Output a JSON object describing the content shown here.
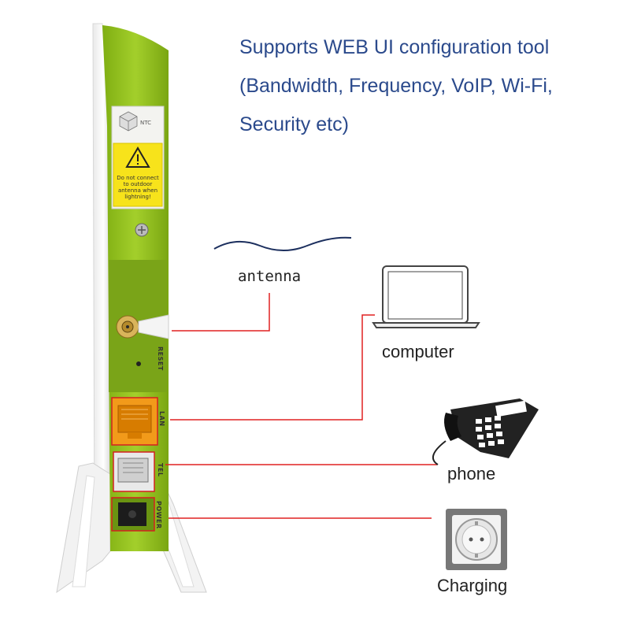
{
  "headline": {
    "line1": "Supports WEB UI configuration tool",
    "line2": "(Bandwidth, Frequency, VoIP, Wi-Fi,",
    "line3": "Security etc)"
  },
  "labels": {
    "antenna": "antenna",
    "computer": "computer",
    "phone": "phone",
    "charging": "Charging"
  },
  "device": {
    "brand_mark": "NTC",
    "warning_text": "Do not connect to outdoor antenna when lightning!",
    "ports": [
      "RESET",
      "LAN",
      "TEL",
      "POWER"
    ]
  },
  "colors": {
    "headline": "#2b4a8c",
    "device_green": "#8fbf1e",
    "connector_line": "#e02020",
    "lan_port": "#f29a1a"
  },
  "icons": [
    "laptop-icon",
    "telephone-icon",
    "power-socket-icon",
    "warning-icon"
  ]
}
